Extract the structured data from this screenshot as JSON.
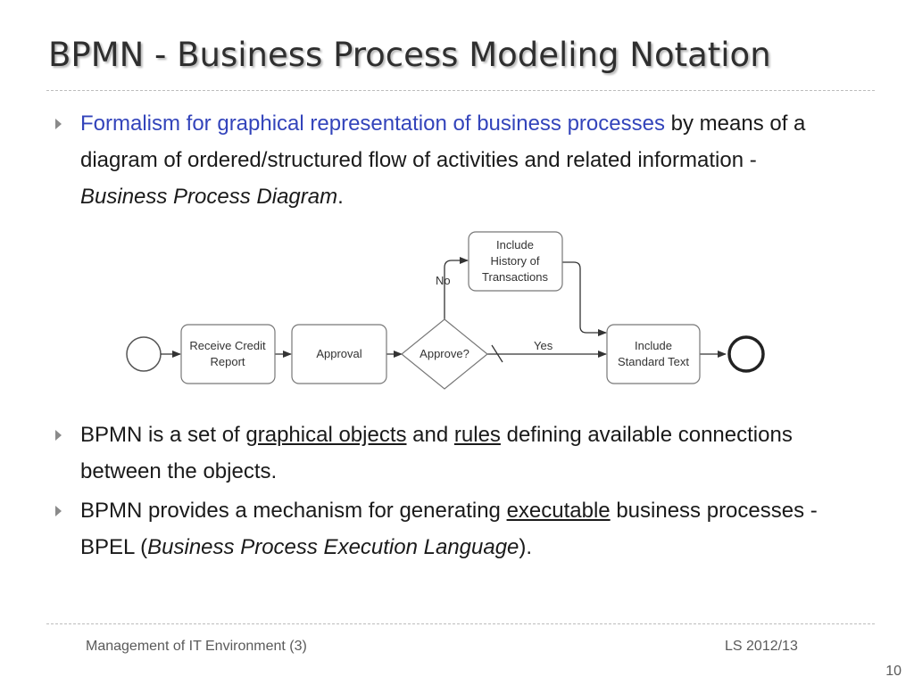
{
  "slide": {
    "title": "BPMN - Business Process Modeling Notation",
    "bullets": [
      {
        "highlight": "Formalism for graphical representation of business processes",
        "text1": " by means of a diagram of ordered/structured flow of activities and related information - ",
        "italic": "Business Process Diagram",
        "end": "."
      },
      {
        "pre": "BPMN is a set of ",
        "u1": "graphical objects",
        "mid": " and ",
        "u2": "rules",
        "post": " defining available connections between the objects."
      },
      {
        "pre": "BPMN provides a mechanism for generating ",
        "u1": "executable",
        "mid": " business processes - BPEL (",
        "italic": "Business Process Execution Language",
        "end": ")."
      }
    ]
  },
  "diagram": {
    "receive_l1": "Receive Credit",
    "receive_l2": "Report",
    "approval": "Approval",
    "gateway": "Approve?",
    "history_l1": "Include",
    "history_l2": "History of",
    "history_l3": "Transactions",
    "standard_l1": "Include",
    "standard_l2": "Standard Text",
    "label_no": "No",
    "label_yes": "Yes"
  },
  "footer": {
    "left": "Management of IT Environment (3)",
    "right": "LS 2012/13",
    "page": "10"
  }
}
